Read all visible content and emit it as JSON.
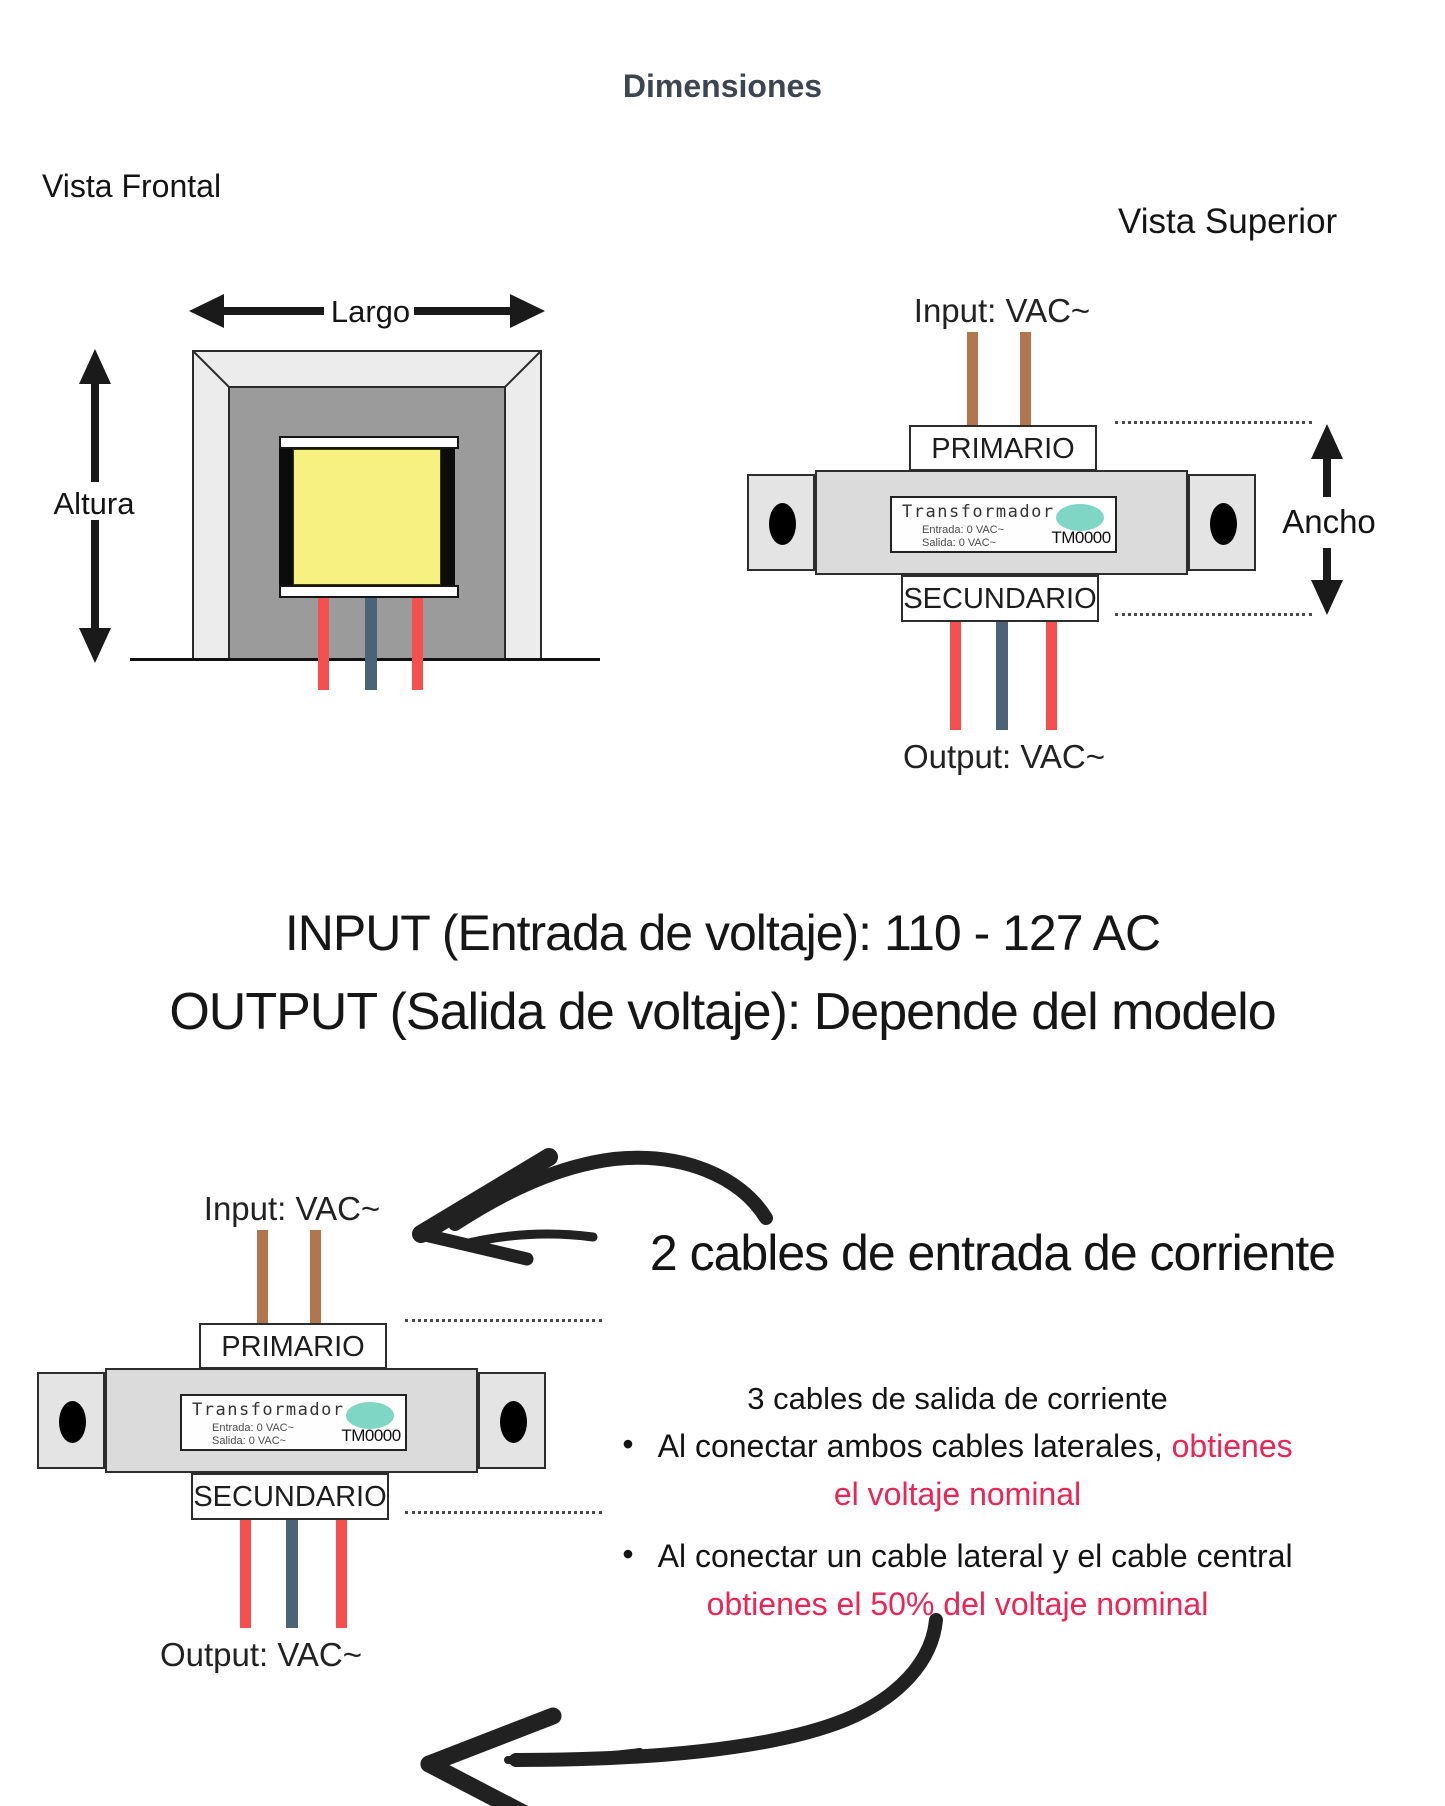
{
  "title": "Dimensiones",
  "views": {
    "front_label": "Vista Frontal",
    "top_label": "Vista Superior"
  },
  "dims": {
    "largo": "Largo",
    "altura": "Altura",
    "ancho": "Ancho"
  },
  "transformer": {
    "input_label": "Input: VAC~",
    "output_label": "Output: VAC~",
    "primary": "PRIMARIO",
    "secondary": "SECUNDARIO",
    "plate": {
      "brand": "Transformador",
      "entrada": "Entrada: 0 VAC~",
      "salida": "Salida: 0 VAC~",
      "model": "TM0000"
    }
  },
  "specs": {
    "input_line": "INPUT (Entrada de voltaje): 110 - 127 AC",
    "output_line": "OUTPUT (Salida de voltaje): Depende del modelo"
  },
  "callouts": {
    "input_callout": "2 cables de entrada de corriente",
    "output_title": "3 cables de salida de corriente",
    "bullet_glyph": "•",
    "bullet1_black": "Al conectar ambos cables laterales, ",
    "bullet1_red": "obtienes",
    "bullet1_red_line2": "el voltaje nominal",
    "bullet2_black": "Al conectar un cable lateral y el cable central",
    "bullet2_red_line2": "obtienes el 50% del voltaje nominal"
  },
  "colors": {
    "accent_red": "#ee2454",
    "wire_red": "#f4504d",
    "wire_slate": "#4b6377",
    "wire_brown": "#b2764d",
    "coil_yellow": "#f6f180",
    "plate_teal": "#7fd6c4",
    "title_slate": "#3d4452"
  }
}
